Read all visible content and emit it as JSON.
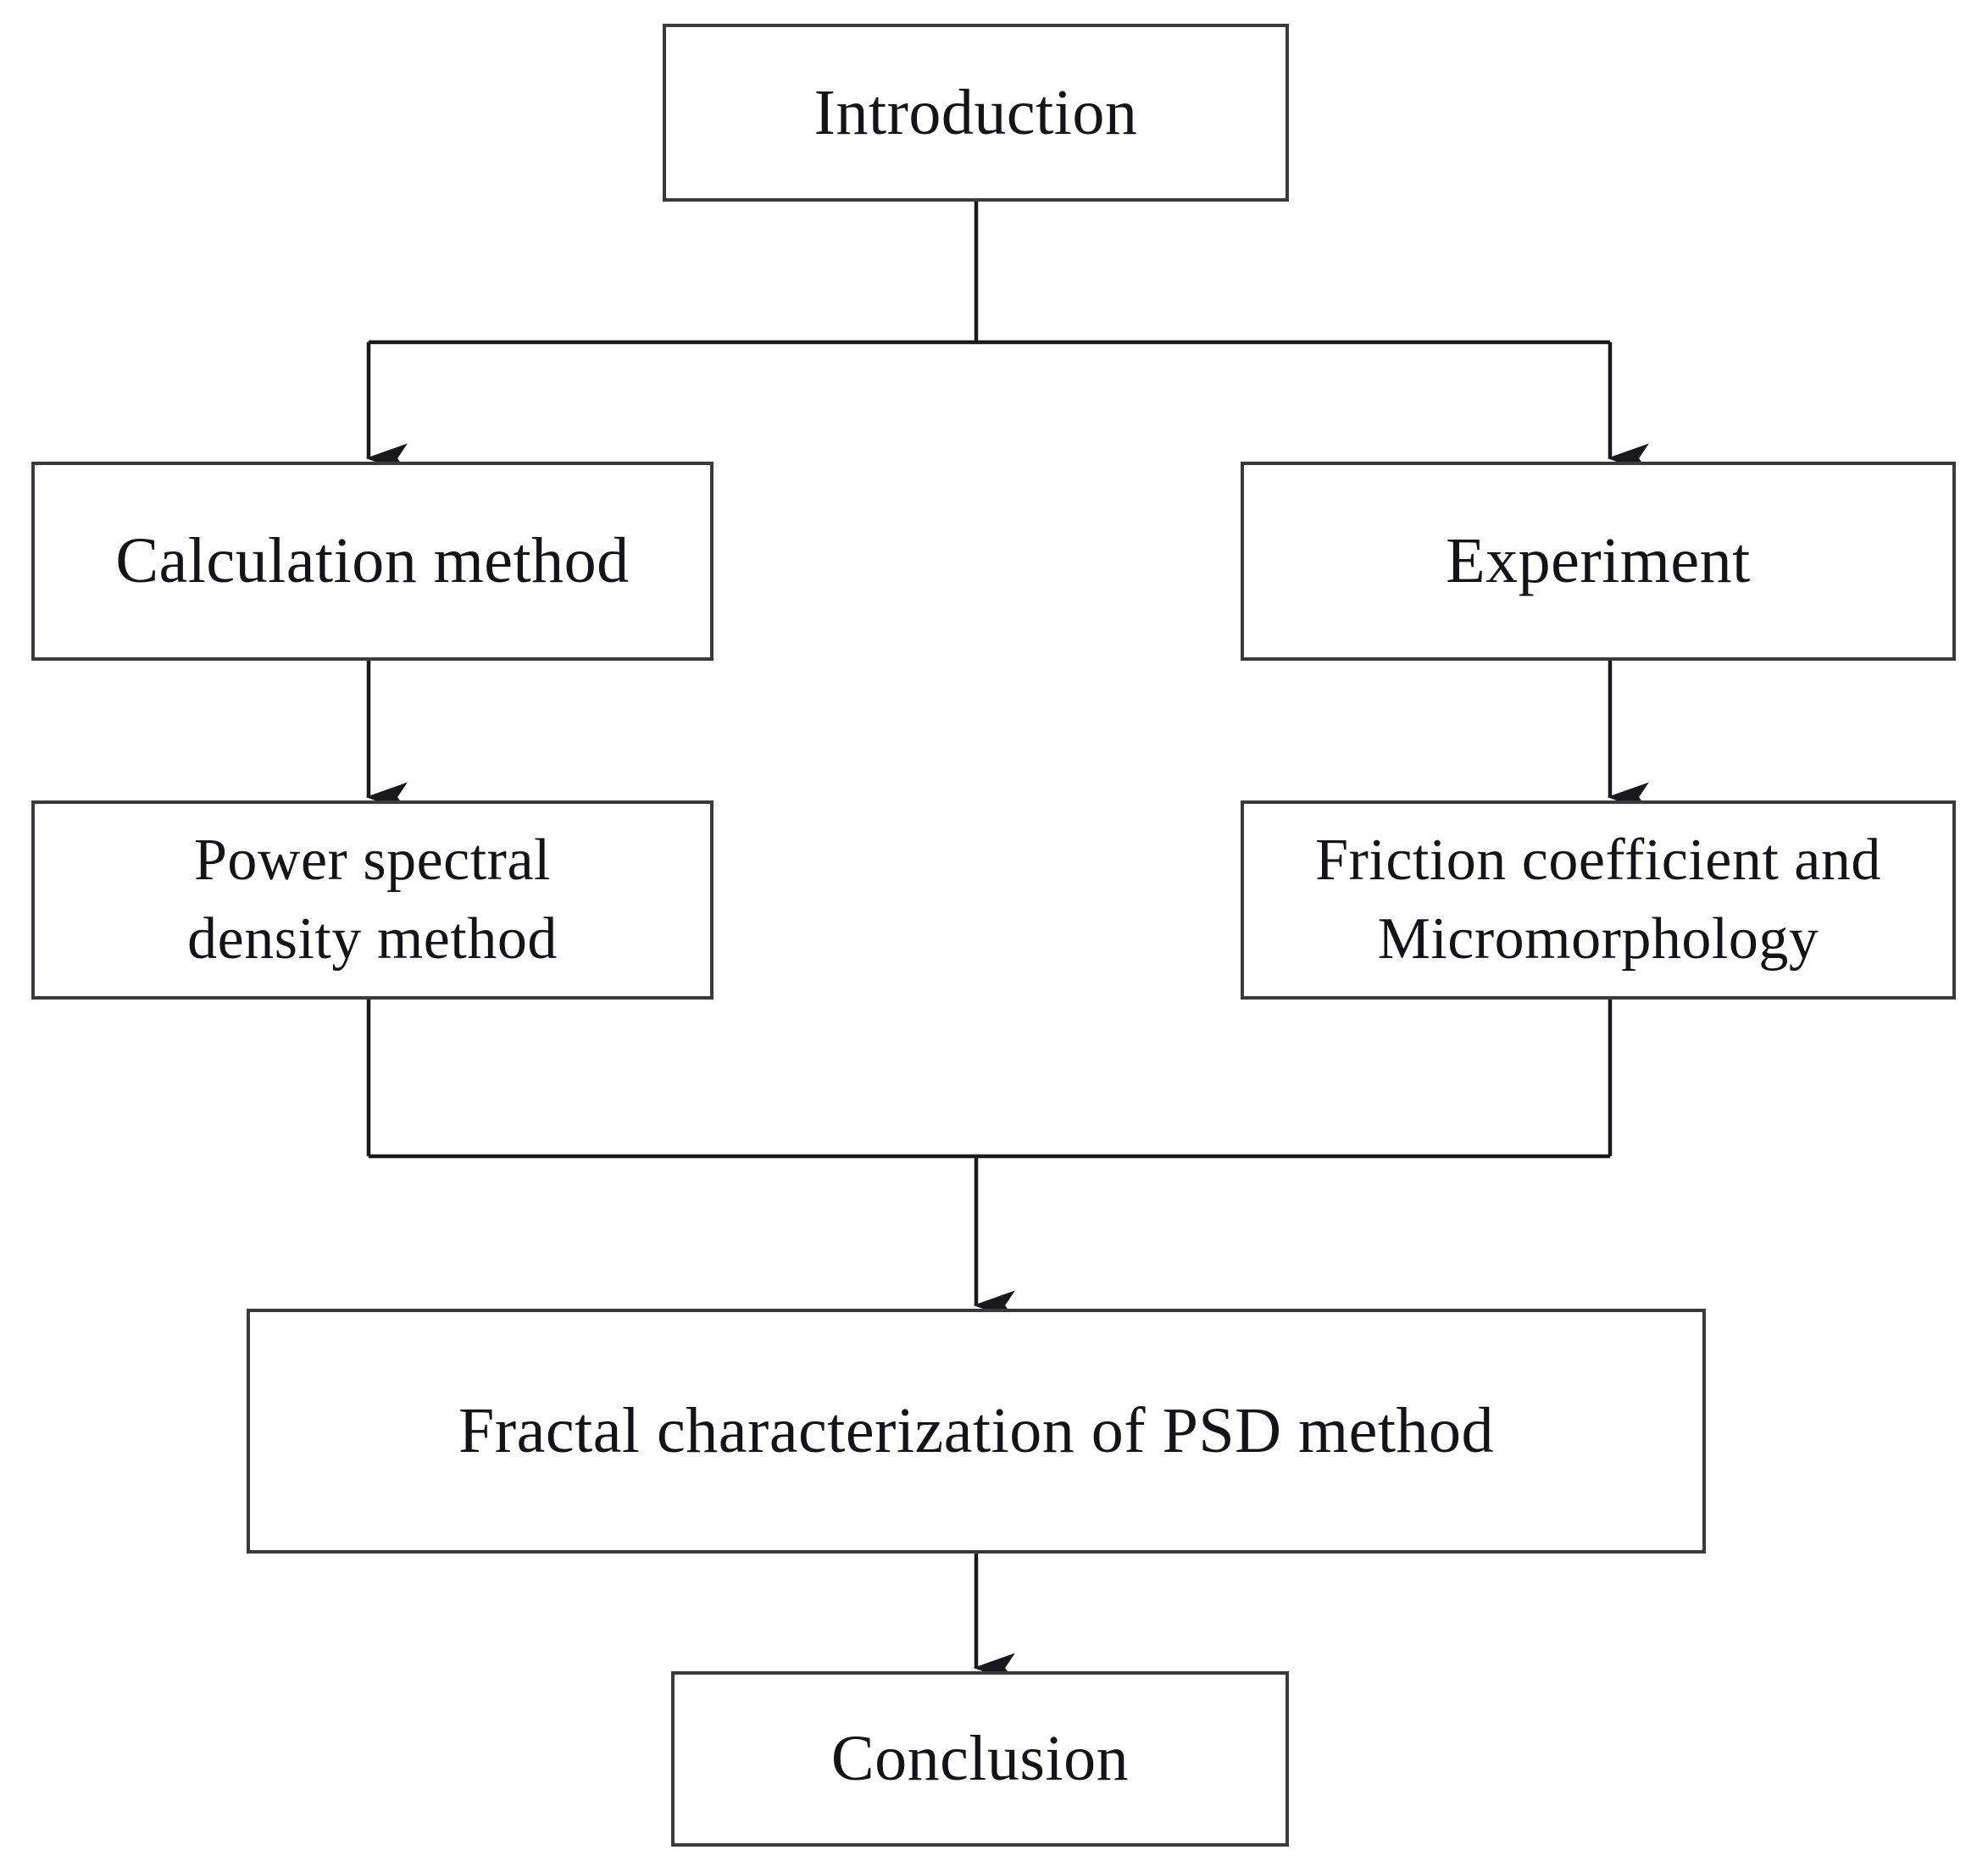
{
  "diagram": {
    "title": "Research workflow flowchart",
    "type": "flowchart",
    "background_color": "#ffffff",
    "line_color": "#3a3a3e",
    "text_color": "#141418",
    "nodes": [
      {
        "id": "introduction",
        "label": "Introduction"
      },
      {
        "id": "calculation_method",
        "label": "Calculation method"
      },
      {
        "id": "experiment",
        "label": "Experiment"
      },
      {
        "id": "psd_method",
        "label": "Power spectral\ndensity method"
      },
      {
        "id": "friction_micromorphology",
        "label": "Friction coefficient and\nMicromorphology"
      },
      {
        "id": "fractal_characterization",
        "label": "Fractal characterization of PSD method"
      },
      {
        "id": "conclusion",
        "label": "Conclusion"
      }
    ],
    "edges": [
      {
        "from": "introduction",
        "to": "calculation_method",
        "style": "elbow-split-left",
        "arrow": true
      },
      {
        "from": "introduction",
        "to": "experiment",
        "style": "elbow-split-right",
        "arrow": true
      },
      {
        "from": "calculation_method",
        "to": "psd_method",
        "style": "straight",
        "arrow": true
      },
      {
        "from": "experiment",
        "to": "friction_micromorphology",
        "style": "straight",
        "arrow": true
      },
      {
        "from": "psd_method",
        "to": "fractal_characterization",
        "style": "elbow-merge-left",
        "arrow": true
      },
      {
        "from": "friction_micromorphology",
        "to": "fractal_characterization",
        "style": "elbow-merge-right",
        "arrow": true
      },
      {
        "from": "fractal_characterization",
        "to": "conclusion",
        "style": "straight",
        "arrow": true
      }
    ]
  }
}
